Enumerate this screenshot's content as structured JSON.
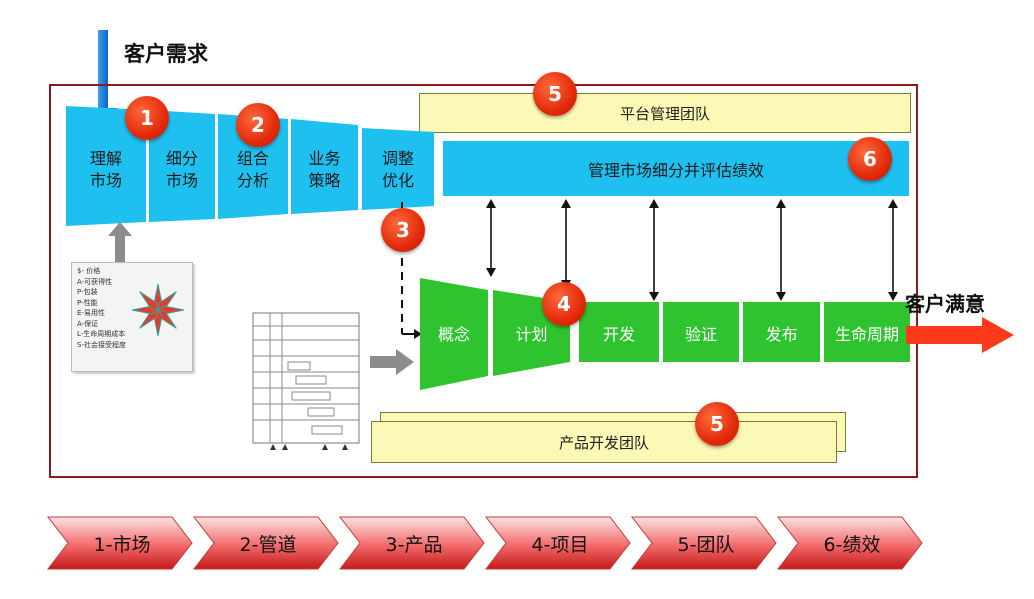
{
  "headings": {
    "customer_demand": "客户需求",
    "customer_satisfaction": "客户满意"
  },
  "market_stages": [
    {
      "label": "理解\n市场",
      "badge": "1"
    },
    {
      "label": "细分\n市场"
    },
    {
      "label": "组合\n分析",
      "badge": "2"
    },
    {
      "label": "业务\n策略"
    },
    {
      "label": "调整\n优化"
    }
  ],
  "platform_team": {
    "label": "平台管理团队",
    "badge": "5"
  },
  "performance_bar": {
    "label": "管理市场细分并评估绩效",
    "badge": "6"
  },
  "badge_3": "3",
  "product_stages": [
    {
      "label": "概念"
    },
    {
      "label": "计划",
      "badge": "4"
    },
    {
      "label": "开发"
    },
    {
      "label": "验证"
    },
    {
      "label": "发布"
    },
    {
      "label": "生命周期"
    }
  ],
  "product_team": {
    "label": "产品开发团队",
    "badge": "5"
  },
  "attributes": [
    "$- 价格",
    "A-可获得性",
    "P-包装",
    "P-性能",
    "E-易用性",
    "A-保证",
    "L-生命周期成本",
    "S-社会接受程度"
  ],
  "bottom_steps": [
    "1-市场",
    "2-管道",
    "3-产品",
    "4-项目",
    "5-团队",
    "6-绩效"
  ],
  "colors": {
    "cyan": "#1ec0f0",
    "green": "#2fc42f",
    "badge_red": "#e22a0a",
    "frame": "#8b1a1a",
    "yellow": "#fcf9b6",
    "blue_arrow": "#1a7fd8",
    "red_arrow": "#ff3a1a"
  }
}
